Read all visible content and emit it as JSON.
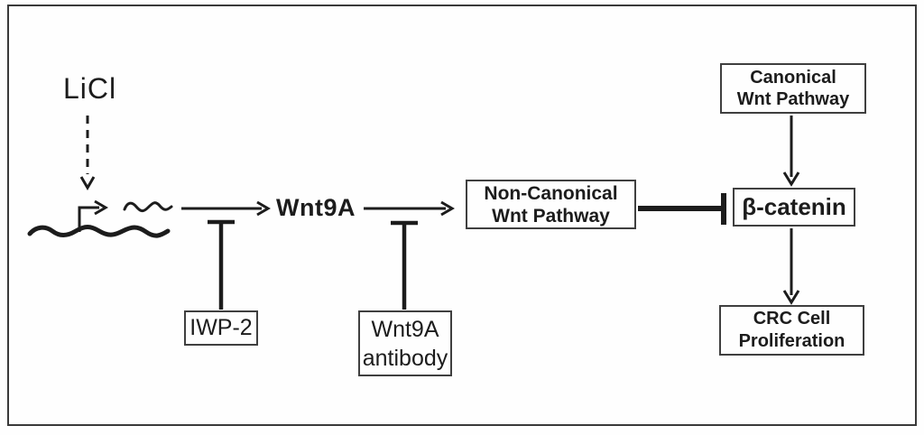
{
  "diagram": {
    "nodes": {
      "licl": {
        "label": "LiCl"
      },
      "wnt9a": {
        "label": "Wnt9A"
      },
      "iwp2": {
        "label": "IWP-2"
      },
      "wnt9a_antibody": {
        "line1": "Wnt9A",
        "line2": "antibody"
      },
      "non_canonical": {
        "line1": "Non-Canonical",
        "line2": "Wnt Pathway"
      },
      "canonical": {
        "line1": "Canonical",
        "line2": "Wnt Pathway"
      },
      "beta_catenin": {
        "label": "β-catenin"
      },
      "crc": {
        "line1": "CRC Cell",
        "line2": "Proliferation"
      }
    },
    "symbols": {
      "licl_dashed_arrow": "dashed-down-arrow",
      "dna_strand": "thick-wavy-line",
      "transcription_start": "bent-right-arrow",
      "mrna": "small-squiggle",
      "activation_arrows": "open-chevron-arrow",
      "inhibition_bars": "t-bar"
    },
    "colors": {
      "line": "#1c1c1c",
      "box_border": "#3f3f3f",
      "outer_border": "#3a3a3a",
      "background": "#fefefe"
    }
  }
}
